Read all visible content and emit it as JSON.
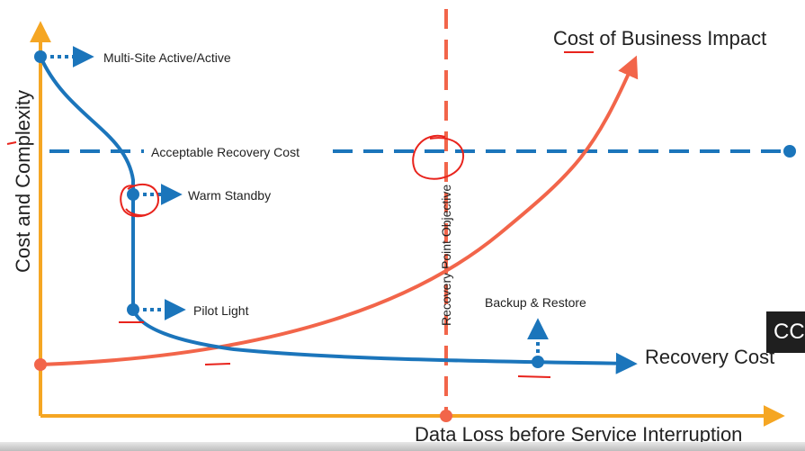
{
  "axes": {
    "y_label": "Cost and Complexity",
    "x_label": "Data Loss before Service Interruption",
    "axis_color": "#F5A623"
  },
  "curves": {
    "business_impact_label": "Cost of Business Impact",
    "recovery_cost_label": "Recovery Cost",
    "business_color": "#F2654A",
    "recovery_color": "#1B75BB"
  },
  "markers": {
    "acceptable_recovery_cost": "Acceptable Recovery Cost",
    "recovery_point_objective": "Recovery Point Objective"
  },
  "strategies": {
    "multi_site": "Multi-Site Active/Active",
    "warm_standby": "Warm Standby",
    "pilot_light": "Pilot Light",
    "backup_restore": "Backup & Restore"
  },
  "caption_badge": "CC",
  "annotation_color": "#E8231C"
}
